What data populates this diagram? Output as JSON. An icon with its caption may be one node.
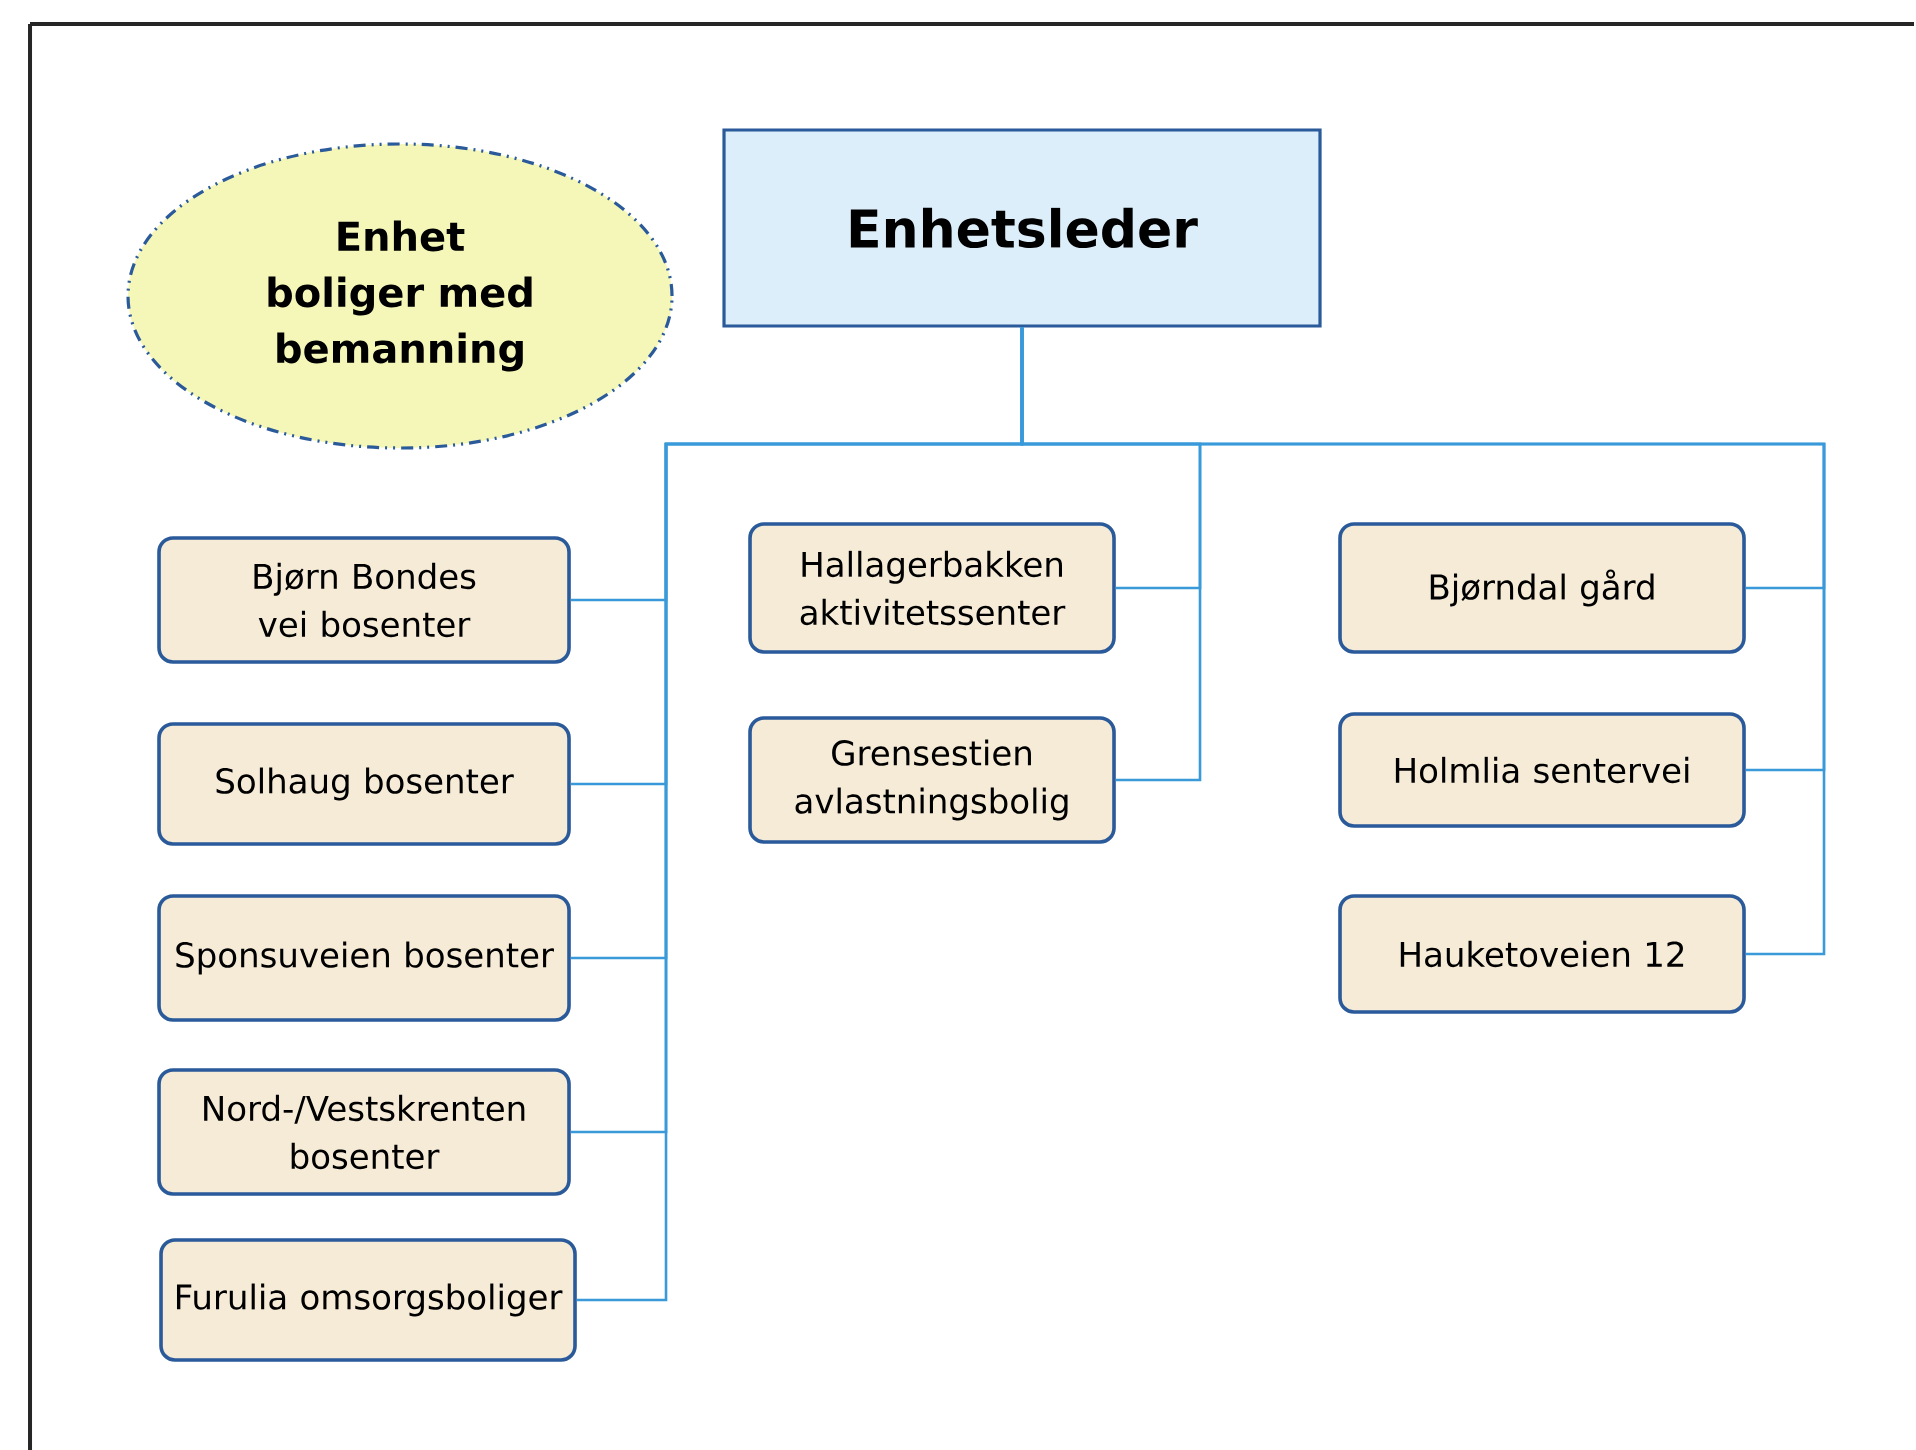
{
  "diagram": {
    "nodes": [
      {
        "text": [
          "Enhet boliger med bemanning"
        ]
      },
      {
        "text": [
          "Enhetsleder"
        ]
      },
      {
        "text": [
          "Bjørn Bondes vei bosenter"
        ]
      },
      {
        "text": [
          "Solhaug bosenter"
        ]
      },
      {
        "text": [
          "Sponsuveien bosenter"
        ]
      },
      {
        "text": [
          "Nord-/Vestskrenten bosenter"
        ]
      },
      {
        "text": [
          "Furulia omsorgsboliger"
        ]
      },
      {
        "text": [
          "Hallagerbakken aktivitetssenter"
        ]
      },
      {
        "text": [
          "Grensestien avlastningsbolig"
        ]
      },
      {
        "text": [
          "Bjørndal gård"
        ]
      },
      {
        "text": [
          "Holmlia sentervei"
        ]
      },
      {
        "text": [
          "Hauketoveien 12"
        ]
      }
    ],
    "edges": [
      {
        "from": 1,
        "to": 2,
        "arrow": "none"
      },
      {
        "from": 1,
        "to": 3,
        "arrow": "none"
      },
      {
        "from": 1,
        "to": 4,
        "arrow": "none"
      },
      {
        "from": 1,
        "to": 5,
        "arrow": "none"
      },
      {
        "from": 1,
        "to": 6,
        "arrow": "none"
      },
      {
        "from": 1,
        "to": 7,
        "arrow": "none"
      },
      {
        "from": 1,
        "to": 8,
        "arrow": "none"
      },
      {
        "from": 1,
        "to": 9,
        "arrow": "none"
      },
      {
        "from": 1,
        "to": 10,
        "arrow": "none"
      },
      {
        "from": 1,
        "to": 11,
        "arrow": "none"
      }
    ]
  }
}
